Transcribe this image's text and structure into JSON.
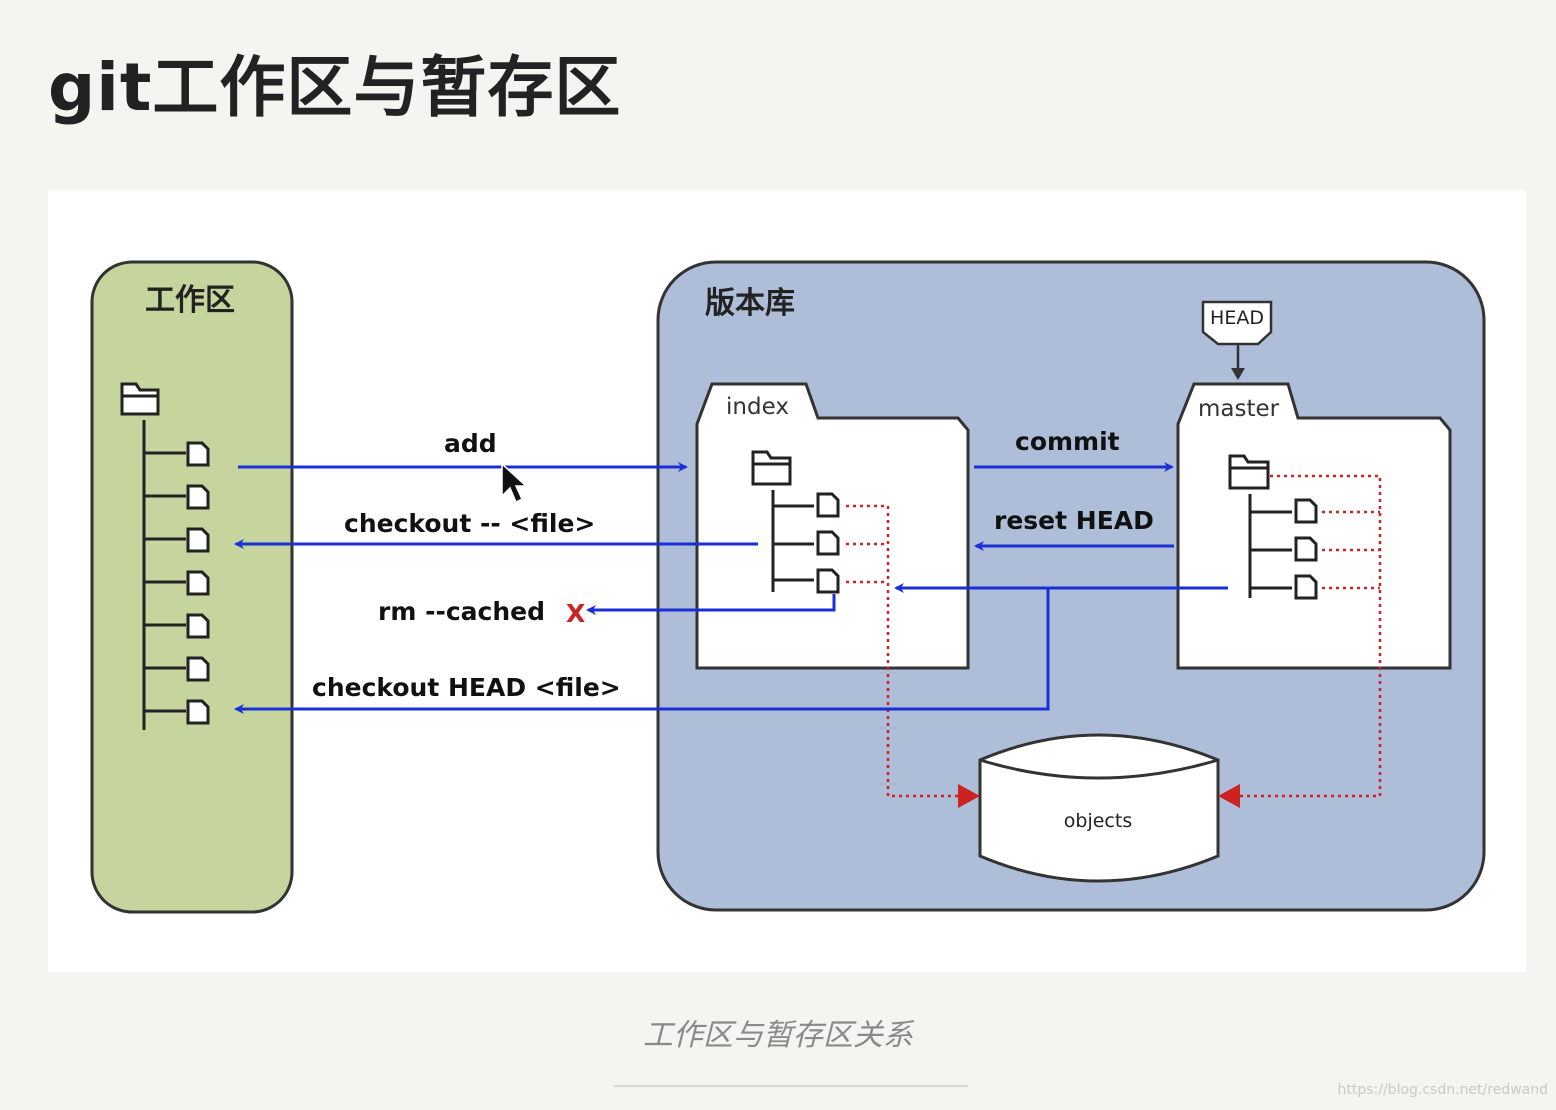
{
  "title": "git工作区与暂存区",
  "diagram": {
    "workspace_label": "工作区",
    "repo_label": "版本库",
    "index_label": "index",
    "master_label": "master",
    "head_label": "HEAD",
    "objects_label": "objects",
    "commands": {
      "add": "add",
      "checkout_file": "checkout -- <file>",
      "rm_cached": "rm --cached",
      "rm_cached_mark": "X",
      "checkout_head": "checkout HEAD <file>",
      "commit": "commit",
      "reset_head": "reset HEAD"
    },
    "colors": {
      "workspace_fill": "#c6d49e",
      "repo_fill": "#aebdd8",
      "command_arrow": "#1a2fd6",
      "object_ref": "#cc2222"
    }
  },
  "caption": "工作区与暂存区关系",
  "watermark": "https://blog.csdn.net/redwand"
}
